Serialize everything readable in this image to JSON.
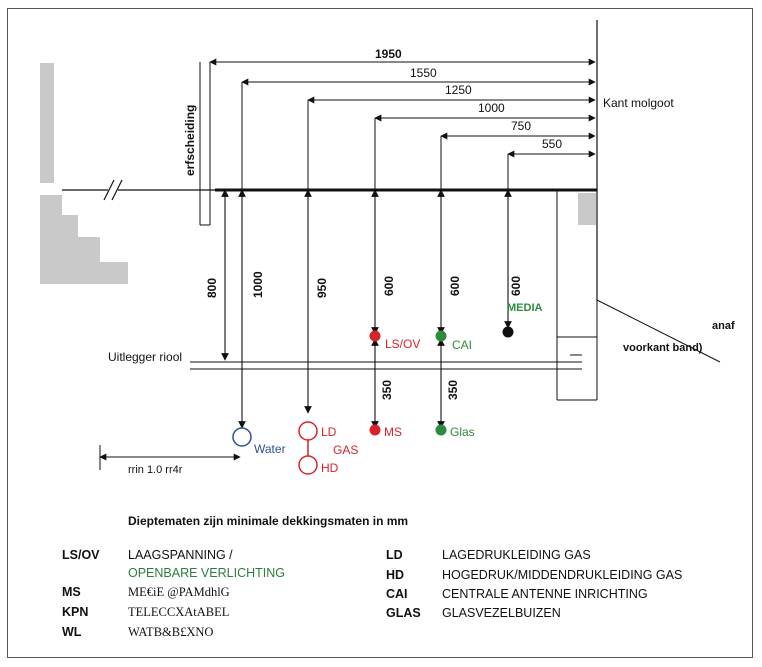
{
  "diagram": {
    "horizontal_dims": [
      "1950",
      "1550",
      "1250",
      "1000",
      "750",
      "550"
    ],
    "kant_label": "Kant molgoot",
    "erf_label": "erfscheiding",
    "depths": {
      "d800": "800",
      "d1000": "1000",
      "d950": "950",
      "d600a": "600",
      "d600b": "600",
      "d600c": "600",
      "d350a": "350",
      "d350b": "350"
    },
    "labels": {
      "media": "MEDIA",
      "lsov": "LS/OV",
      "cai": "CAI",
      "ms": "MS",
      "glas": "Glas",
      "water": "Water",
      "ld": "LD",
      "gas": "GAS",
      "hd": "HD",
      "uitlegger": "Uitlegger riool",
      "anaf": "anaf",
      "voorkant": "voorkant band)",
      "bottom_dim": "rrin 1.0 rr4r"
    },
    "colors": {
      "red": "#d9232a",
      "green": "#2e8b3e",
      "blue": "#2f4f8f",
      "black": "#111111"
    }
  },
  "note": "Dieptematen zijn minimale dekkingsmaten in mm",
  "legend": {
    "left": [
      {
        "abbr": "LS/OV",
        "desc": "LAAGSPANNING /",
        "desc2": "OPENBARE VERLICHTING"
      },
      {
        "abbr": "MS",
        "desc": "ME€iE @PAMdhlG"
      },
      {
        "abbr": "KPN",
        "desc": "TELECCXAtABEL"
      },
      {
        "abbr": "WL",
        "desc": "WATB&B£XNO"
      }
    ],
    "right": [
      {
        "abbr": "LD",
        "desc": "LAGEDRUKLEIDING GAS"
      },
      {
        "abbr": "HD",
        "desc": "HOGEDRUK/MIDDENDRUKLEIDING GAS"
      },
      {
        "abbr": "CAI",
        "desc": "CENTRALE ANTENNE INRICHTING"
      },
      {
        "abbr": "GLAS",
        "desc": "GLASVEZELBUIZEN"
      }
    ]
  }
}
